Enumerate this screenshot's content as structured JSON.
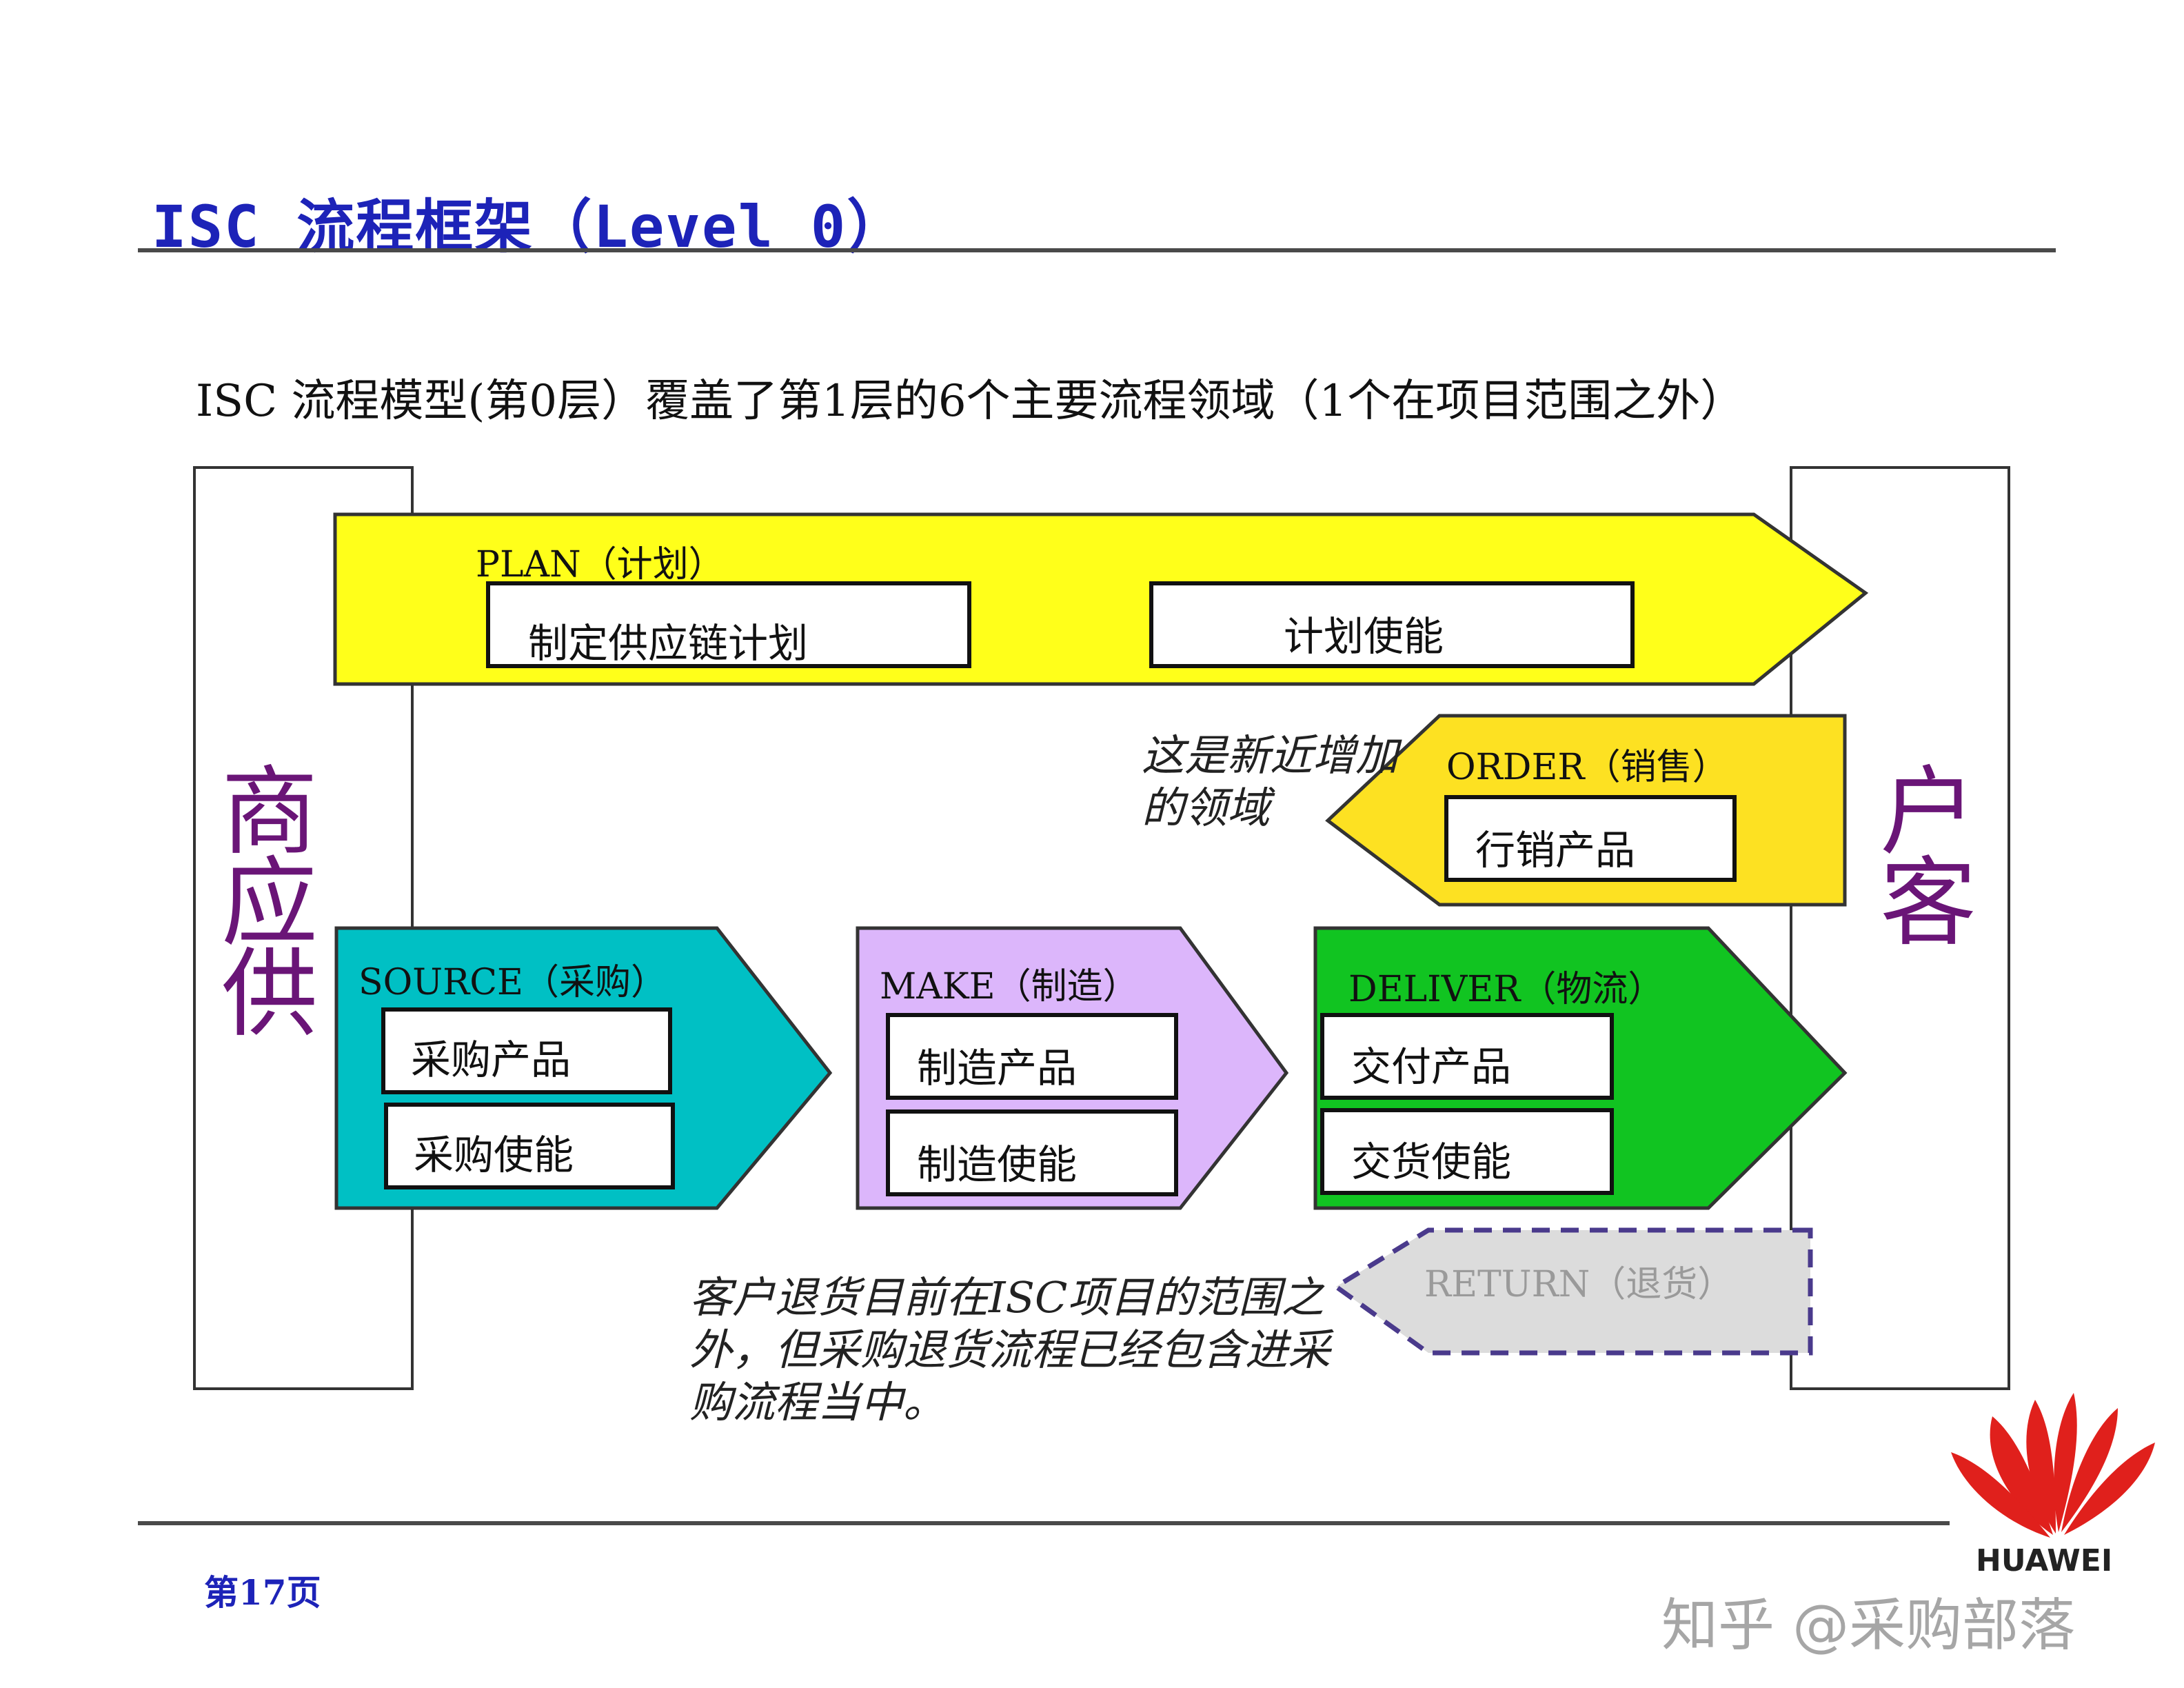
{
  "slide_title": "ISC 流程框架（Level 0）",
  "subtitle": "ISC 流程模型(第0层）覆盖了第1层的6个主要流程领域（1个在项目范围之外）",
  "supplier_label": [
    "商",
    "应",
    "供"
  ],
  "customer_label": [
    "户",
    "客"
  ],
  "lanes": {
    "plan": {
      "title": "PLAN（计划）",
      "boxes": [
        "制定供应链计划",
        "计划使能"
      ],
      "color": "#ffff1a"
    },
    "order": {
      "title": "ORDER（销售）",
      "boxes": [
        "行销产品"
      ],
      "color": "#fde122"
    },
    "source": {
      "title": "SOURCE（采购）",
      "boxes": [
        "采购产品",
        "采购使能"
      ],
      "color": "#00c0c4"
    },
    "make": {
      "title": "MAKE（制造）",
      "boxes": [
        "制造产品",
        "制造使能"
      ],
      "color": "#dcb6fb"
    },
    "deliver": {
      "title": "DELIVER（物流）",
      "boxes": [
        "交付产品",
        "交货使能"
      ],
      "color": "#11c421"
    },
    "return": {
      "title": "RETURN（退货）",
      "color": "#dcdcdc"
    }
  },
  "notes": {
    "order_note": [
      "这是新近增加",
      "的领域"
    ],
    "return_note": [
      "客户退货目前在ISC项目的范围之",
      "外，但采购退货流程已经包含进采",
      "购流程当中。"
    ]
  },
  "footer": {
    "page_number": "第17页",
    "brand": "HUAWEI",
    "watermark": "知乎 @采购部落"
  },
  "colors": {
    "title": "#1d23b8",
    "frame_label": "#6a1577",
    "dashed_border": "#4a3a8c"
  }
}
